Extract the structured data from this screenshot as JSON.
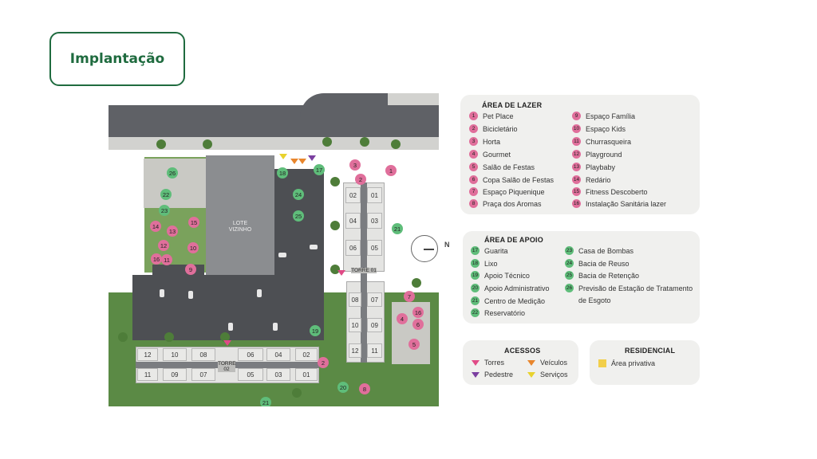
{
  "title": "Implantação",
  "map": {
    "lote_vizinho": "LOTE VIZINHO",
    "torre_01": "TORRE 01",
    "torre_02": "TORRE 02",
    "torre_01_units": [
      "02",
      "01",
      "04",
      "03",
      "06",
      "05",
      "08",
      "07",
      "10",
      "09",
      "12",
      "11"
    ],
    "torre_02_units_top": [
      "12",
      "10",
      "08",
      "06",
      "04",
      "02"
    ],
    "torre_02_units_bottom": [
      "11",
      "09",
      "07",
      "05",
      "03",
      "01"
    ],
    "compass_label": "N",
    "colors": {
      "lazer_pin": "#e06f9b",
      "apoio_pin": "#5fbd7a",
      "title_green": "#1f6b3f",
      "residencial": "#f2cf4a"
    }
  },
  "lazer": {
    "title": "ÁREA DE LAZER",
    "items": [
      {
        "n": "1",
        "label": "Pet Place"
      },
      {
        "n": "2",
        "label": "Bicicletário"
      },
      {
        "n": "3",
        "label": "Horta"
      },
      {
        "n": "4",
        "label": "Gourmet"
      },
      {
        "n": "5",
        "label": "Salão de Festas"
      },
      {
        "n": "6",
        "label": "Copa Salão de Festas"
      },
      {
        "n": "7",
        "label": "Espaço Piquenique"
      },
      {
        "n": "8",
        "label": "Praça dos Aromas"
      },
      {
        "n": "9",
        "label": "Espaço Família"
      },
      {
        "n": "10",
        "label": "Espaço Kids"
      },
      {
        "n": "11",
        "label": "Churrasqueira"
      },
      {
        "n": "12",
        "label": "Playground"
      },
      {
        "n": "13",
        "label": "Playbaby"
      },
      {
        "n": "14",
        "label": "Redário"
      },
      {
        "n": "15",
        "label": "Fitness Descoberto"
      },
      {
        "n": "16",
        "label": "Instalação Sanitária lazer"
      }
    ]
  },
  "apoio": {
    "title": "ÁREA DE APOIO",
    "items": [
      {
        "n": "17",
        "label": "Guarita"
      },
      {
        "n": "18",
        "label": "Lixo"
      },
      {
        "n": "19",
        "label": "Apoio Técnico"
      },
      {
        "n": "20",
        "label": "Apoio Administrativo"
      },
      {
        "n": "21",
        "label": "Centro de Medição"
      },
      {
        "n": "22",
        "label": "Reservatório"
      },
      {
        "n": "23",
        "label": "Casa de Bombas"
      },
      {
        "n": "24",
        "label": "Bacia de Reuso"
      },
      {
        "n": "25",
        "label": "Bacia de Retenção"
      },
      {
        "n": "26",
        "label": "Previsão de Estação de Tratamento"
      },
      {
        "n": "",
        "label": "de Esgoto"
      }
    ]
  },
  "acessos": {
    "title": "ACESSOS",
    "items": [
      {
        "label": "Torres",
        "color": "#e04a86"
      },
      {
        "label": "Veículos",
        "color": "#e8862d"
      },
      {
        "label": "Pedestre",
        "color": "#7b3fa0"
      },
      {
        "label": "Serviços",
        "color": "#e8d22d"
      }
    ]
  },
  "residencial": {
    "title": "RESIDENCIAL",
    "item": "Área privativa"
  }
}
